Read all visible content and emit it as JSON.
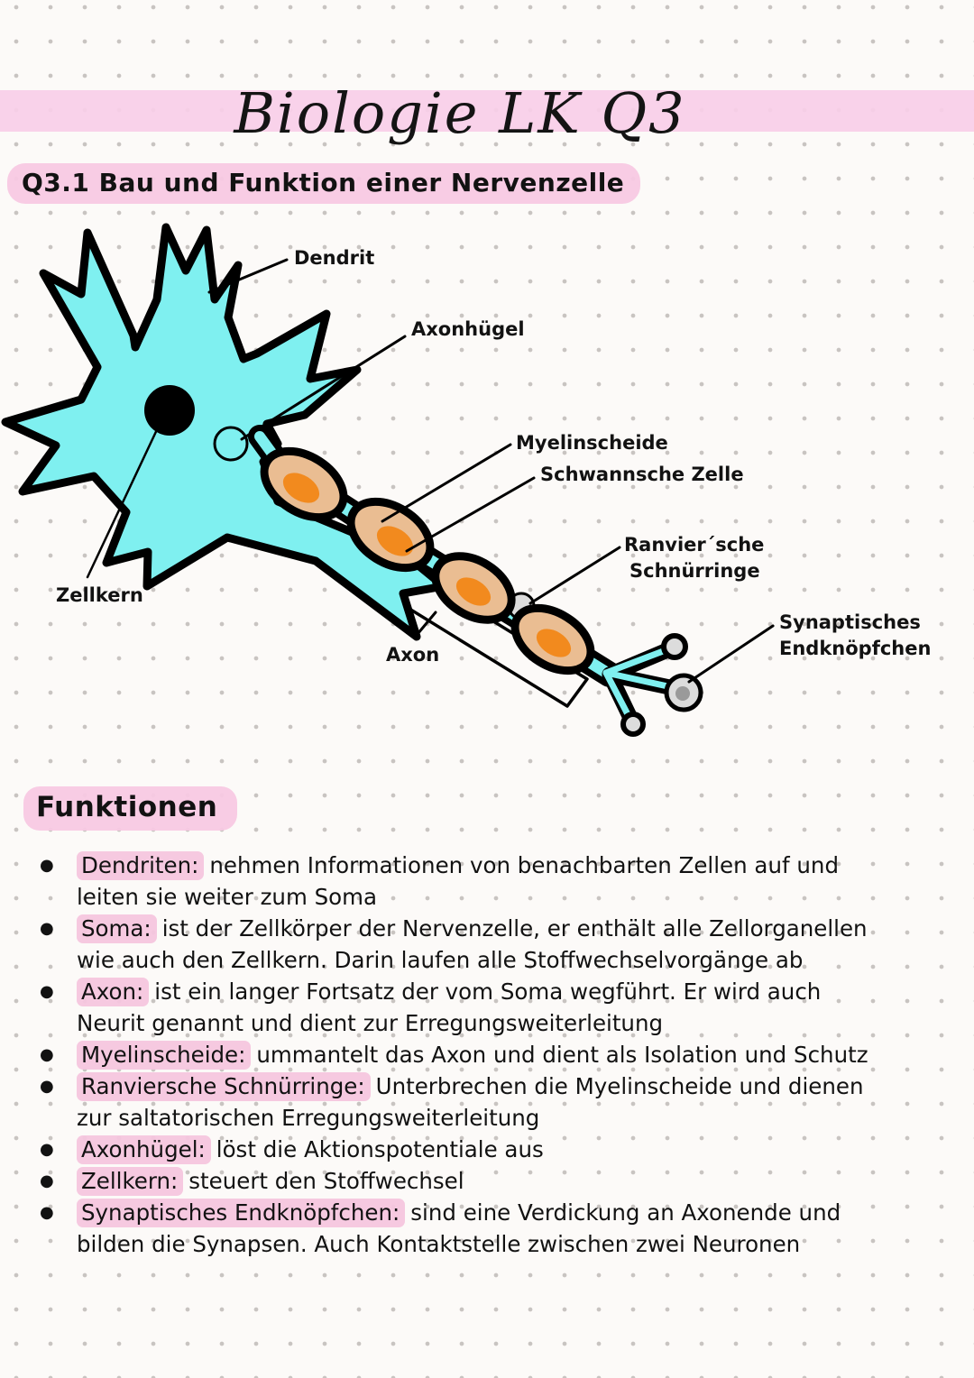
{
  "header": {
    "banner_title": "Biologie LK Q3"
  },
  "section": {
    "title": "Q3.1 Bau und Funktion einer Nervenzelle"
  },
  "diagram": {
    "labels": {
      "dendrit": "Dendrit",
      "axonhuegel": "Axonhügel",
      "myelinscheide": "Myelinscheide",
      "schwannsche_zelle": "Schwannsche Zelle",
      "ranviersche_line1": "Ranvier´sche",
      "ranviersche_line2": "Schnürringe",
      "zellkern": "Zellkern",
      "axon": "Axon",
      "synaptisches_line1": "Synaptisches",
      "synaptisches_line2": "Endknöpfchen"
    },
    "colors": {
      "cell_body": "#7FF0F0",
      "myelin": "#EABD92",
      "myelin_core": "#F28A1E",
      "node_gray": "#DCDCDC",
      "outline": "#000000",
      "highlight_pink": "#F8C9DF",
      "banner_pink": "#F9CEE8"
    }
  },
  "functions": {
    "heading": "Funktionen",
    "items": [
      {
        "term": "Dendriten:",
        "text": "nehmen Informationen von benachbarten Zellen auf und leiten sie weiter zum Soma"
      },
      {
        "term": "Soma:",
        "text": "ist der Zellkörper der Nervenzelle, er enthält alle Zellorganellen wie auch den Zellkern. Darin laufen alle Stoffwechselvorgänge ab"
      },
      {
        "term": "Axon:",
        "text": "ist ein langer Fortsatz der vom Soma wegführt. Er wird auch Neurit genannt und dient zur Erregungsweiterleitung"
      },
      {
        "term": "Myelinscheide:",
        "text": "ummantelt das Axon und dient als Isolation und Schutz"
      },
      {
        "term": "Ranviersche Schnürringe:",
        "text": "Unterbrechen die Myelinscheide und dienen zur saltatorischen Erregungsweiterleitung"
      },
      {
        "term": "Axonhügel:",
        "text": "löst die Aktionspotentiale aus"
      },
      {
        "term": "Zellkern:",
        "text": "steuert den Stoffwechsel"
      },
      {
        "term": "Synaptisches Endknöpfchen:",
        "text": "sind eine Verdickung an Axonende und bilden die Synapsen. Auch Kontaktstelle zwischen zwei Neuronen"
      }
    ]
  }
}
